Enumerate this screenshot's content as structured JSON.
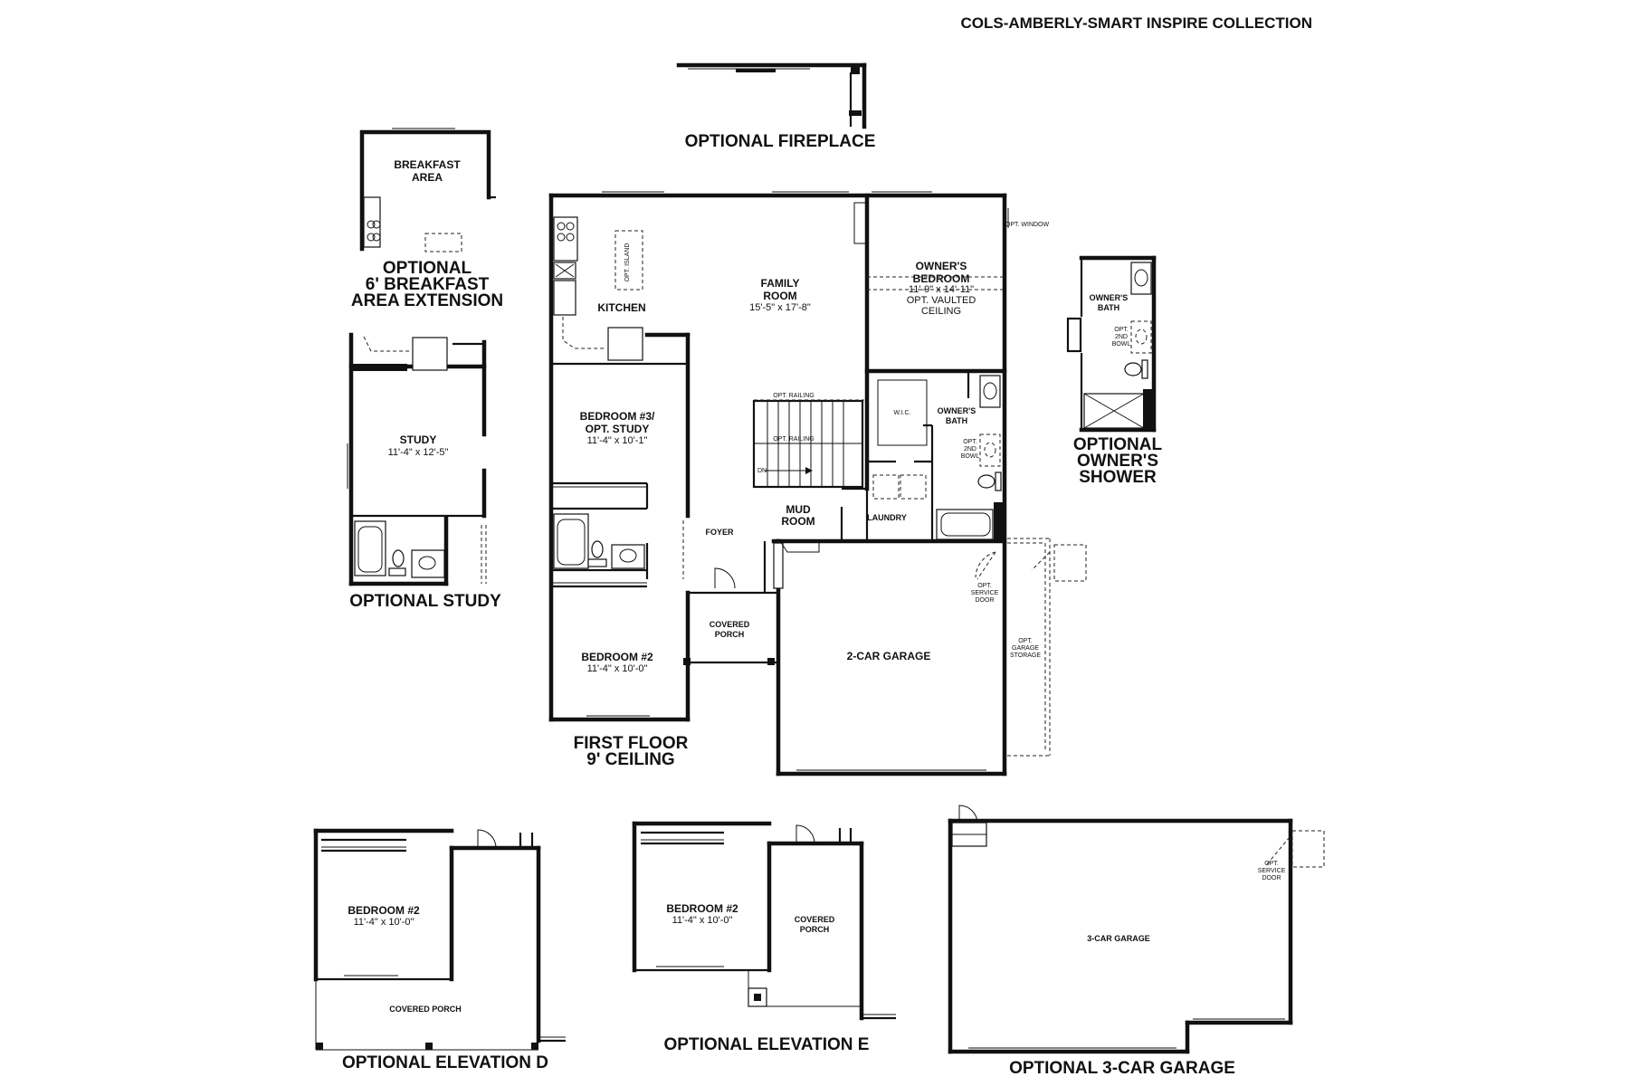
{
  "collection_title": "COLS-AMBERLY-SMART INSPIRE COLLECTION",
  "main_plan": {
    "caption_line1": "FIRST FLOOR",
    "caption_line2": "9' CEILING",
    "rooms": {
      "kitchen": "KITCHEN",
      "opt_island": "OPT. ISLAND",
      "family_room_l1": "FAMILY",
      "family_room_l2": "ROOM",
      "family_room_dim": "15'-5\" x 17'-8\"",
      "owners_bedroom_l1": "OWNER'S",
      "owners_bedroom_l2": "BEDROOM",
      "owners_bedroom_dim": "11'-9\" x 14'-11\"",
      "owners_bedroom_note1": "OPT. VAULTED",
      "owners_bedroom_note2": "CEILING",
      "opt_window": "OPT. WINDOW",
      "bedroom3_l1": "BEDROOM #3/",
      "bedroom3_l2": "OPT. STUDY",
      "bedroom3_dim": "11'-4\" x 10'-1\"",
      "opt_railing_top": "OPT. RAILING",
      "opt_railing_mid": "OPT. RAILING",
      "dn": "DN",
      "wic": "W.I.C.",
      "owners_bath_l1": "OWNER'S",
      "owners_bath_l2": "BATH",
      "opt_2nd_bowl_l1": "OPT.",
      "opt_2nd_bowl_l2": "2ND",
      "opt_2nd_bowl_l3": "BOWL",
      "foyer": "FOYER",
      "mud_room_l1": "MUD",
      "mud_room_l2": "ROOM",
      "laundry": "LAUNDRY",
      "covered_porch_l1": "COVERED",
      "covered_porch_l2": "PORCH",
      "bedroom2": "BEDROOM #2",
      "bedroom2_dim": "11'-4\" x 10'-0\"",
      "garage2": "2-CAR GARAGE",
      "opt_service_door_l1": "OPT.",
      "opt_service_door_l2": "SERVICE",
      "opt_service_door_l3": "DOOR",
      "opt_garage_storage_l1": "OPT.",
      "opt_garage_storage_l2": "GARAGE",
      "opt_garage_storage_l3": "STORAGE"
    }
  },
  "opt_fireplace": {
    "caption": "OPTIONAL FIREPLACE"
  },
  "opt_breakfast": {
    "room_l1": "BREAKFAST",
    "room_l2": "AREA",
    "caption_line1": "OPTIONAL",
    "caption_line2": "6' BREAKFAST",
    "caption_line3": "AREA EXTENSION"
  },
  "opt_study": {
    "room": "STUDY",
    "dim": "11'-4\" x 12'-5\"",
    "caption": "OPTIONAL STUDY"
  },
  "opt_shower": {
    "room_l1": "OWNER'S",
    "room_l2": "BATH",
    "bowl_l1": "OPT.",
    "bowl_l2": "2ND",
    "bowl_l3": "BOWL",
    "caption_line1": "OPTIONAL",
    "caption_line2": "OWNER'S",
    "caption_line3": "SHOWER"
  },
  "opt_elev_d": {
    "bedroom": "BEDROOM #2",
    "bedroom_dim": "11'-4\" x 10'-0\"",
    "porch": "COVERED PORCH",
    "caption": "OPTIONAL ELEVATION D"
  },
  "opt_elev_e": {
    "bedroom": "BEDROOM #2",
    "bedroom_dim": "11'-4\" x 10'-0\"",
    "porch_l1": "COVERED",
    "porch_l2": "PORCH",
    "caption": "OPTIONAL ELEVATION E"
  },
  "opt_garage3": {
    "room": "3-CAR GARAGE",
    "service_l1": "OPT.",
    "service_l2": "SERVICE",
    "service_l3": "DOOR",
    "caption": "OPTIONAL 3-CAR GARAGE"
  }
}
